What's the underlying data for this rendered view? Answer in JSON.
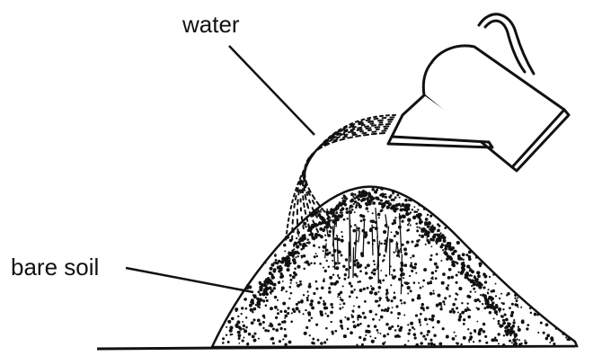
{
  "diagram": {
    "labels": {
      "water": "water",
      "bare_soil": "bare soil"
    },
    "colors": {
      "ink": "#111111",
      "background": "#ffffff"
    },
    "icons": {
      "watering_can": "watering-can-icon",
      "soil_mound": "soil-mound",
      "water_spray": "water-spray"
    }
  }
}
